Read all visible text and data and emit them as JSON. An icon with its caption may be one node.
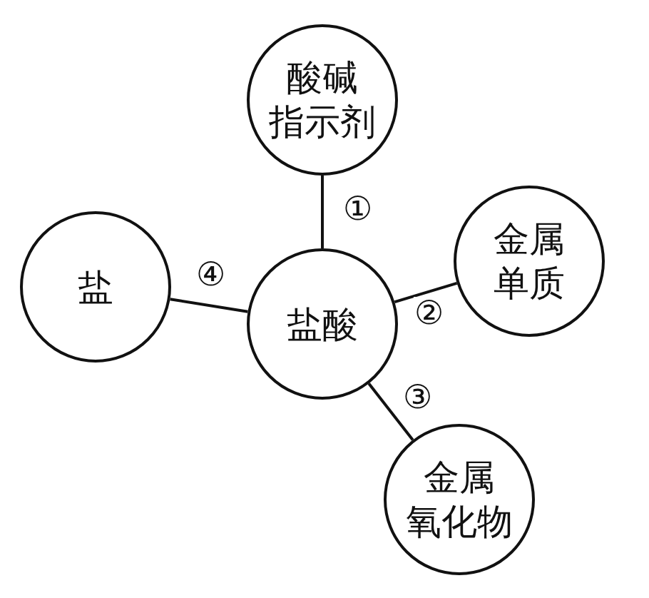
{
  "diagram": {
    "nodes": [
      {
        "text": [
          "盐酸"
        ]
      },
      {
        "text": [
          "酸碱指示剂"
        ]
      },
      {
        "text": [
          "金属单质"
        ]
      },
      {
        "text": [
          "金属氧化物"
        ]
      },
      {
        "text": [
          "盐"
        ]
      }
    ],
    "edges": [
      {
        "from": 0,
        "to": 1,
        "arrow": "none",
        "label": "①"
      },
      {
        "from": 0,
        "to": 2,
        "arrow": "none",
        "label": "②"
      },
      {
        "from": 0,
        "to": 3,
        "arrow": "none",
        "label": "③"
      },
      {
        "from": 0,
        "to": 4,
        "arrow": "none",
        "label": "④"
      }
    ]
  }
}
